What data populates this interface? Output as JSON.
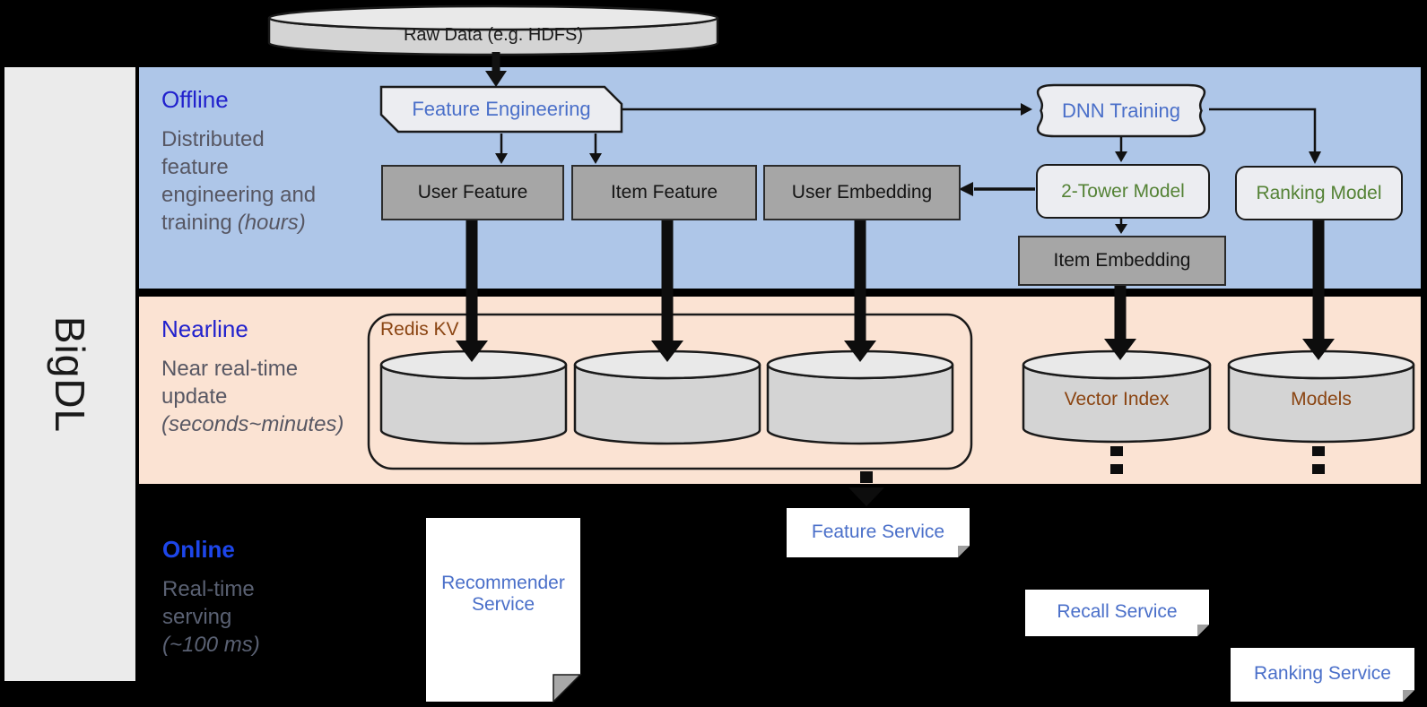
{
  "brand": "BigDL",
  "colors": {
    "offline_band": "#aec6e8",
    "nearline_band": "#fbe3d3",
    "online_band": "#000000",
    "sidebar": "#ebebeb",
    "node_text_blue": "#4a6fc9",
    "node_text_green": "#548235",
    "node_text_brown": "#8a4411",
    "section_title_blue": "#2121cd",
    "online_title_blue": "#1d46ea",
    "description_gray": "#575763",
    "gray_box": "#a6a6a6",
    "light_box": "#ecedf1",
    "cylinder_body": "#d4d4d4",
    "cylinder_top": "#e9e9e9"
  },
  "sections": {
    "offline": {
      "title": "Offline",
      "line1": "Distributed",
      "line2": "feature",
      "line3": "engineering and",
      "line4": "training",
      "parenthetical": "(hours)"
    },
    "nearline": {
      "title": "Nearline",
      "line1": "Near real-time",
      "line2": "update",
      "parenthetical": "(seconds~minutes)"
    },
    "online": {
      "title": "Online",
      "line1": "Real-time",
      "line2": "serving",
      "parenthetical": "(~100 ms)"
    }
  },
  "nodes": {
    "raw_data": "Raw Data (e.g. HDFS)",
    "feature_engineering": "Feature Engineering",
    "dnn_training": "DNN Training",
    "user_feature": "User Feature",
    "item_feature": "Item Feature",
    "user_embedding": "User Embedding",
    "two_tower_model": "2-Tower Model",
    "ranking_model": "Ranking Model",
    "item_embedding": "Item Embedding",
    "redis_kv": "Redis KV",
    "vector_index": "Vector Index",
    "models": "Models",
    "recommender_service": "Recommender Service",
    "feature_service": "Feature Service",
    "recall_service": "Recall Service",
    "ranking_service": "Ranking Service"
  }
}
